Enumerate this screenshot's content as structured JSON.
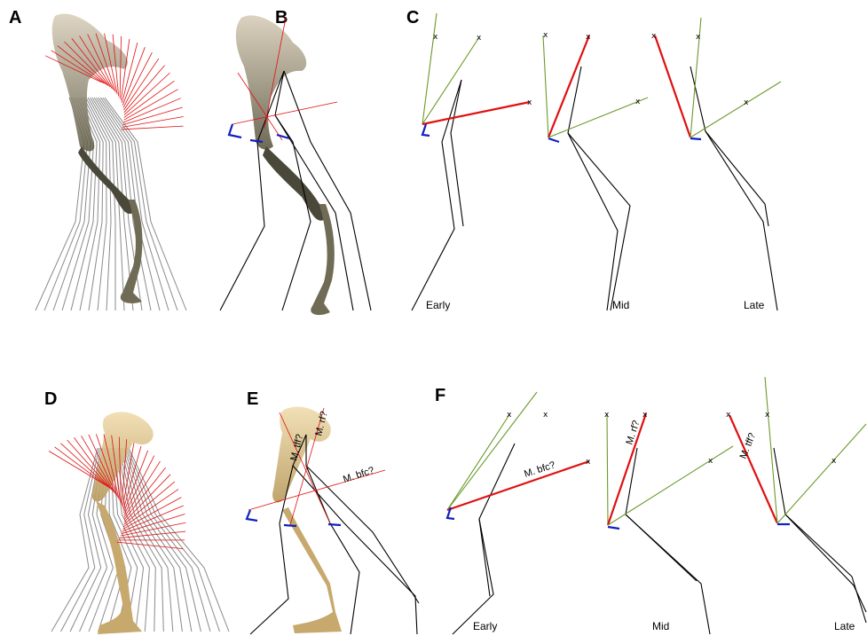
{
  "panels": {
    "A": {
      "letter": "A"
    },
    "B": {
      "letter": "B"
    },
    "C": {
      "letter": "C",
      "phases": [
        "Early",
        "Mid",
        "Late"
      ]
    },
    "D": {
      "letter": "D"
    },
    "E": {
      "letter": "E",
      "muscles": [
        "M. tff?",
        "M. rf?",
        "M. bfc?"
      ]
    },
    "F": {
      "letter": "F",
      "phases": [
        "Early",
        "Mid",
        "Late"
      ],
      "muscles": [
        "M. bfc?",
        "M. rf?",
        "M. tff?"
      ]
    }
  },
  "marker": "x",
  "colors": {
    "highlight_muscle": "#e01010",
    "other_muscle": "#6a9a2a",
    "limb_outline": "#000000",
    "joint_marker": "#1020c0",
    "stride_lines": "#8a8a8a",
    "bone_top": "#7a6a55",
    "bone_bottom": "#c8a86a"
  }
}
